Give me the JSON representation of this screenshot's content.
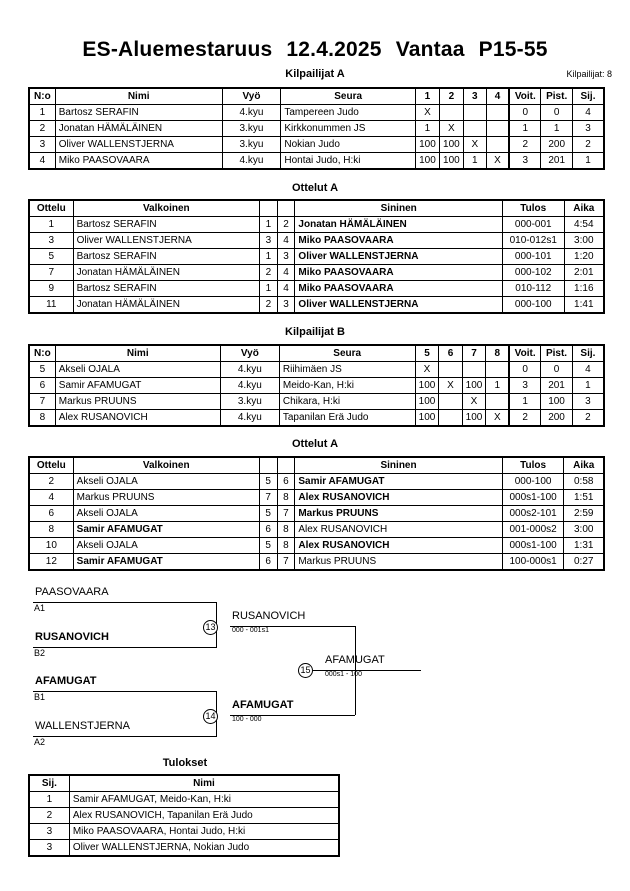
{
  "header": {
    "title_parts": [
      "ES-Aluemestaruus",
      "12.4.2025",
      "Vantaa",
      "P15-55"
    ],
    "entrants": "Kilpailijat: 8"
  },
  "sections": {
    "pool_a_title": "Kilpailijat A",
    "matches_a_title": "Ottelut A",
    "pool_b_title": "Kilpailijat B",
    "matches_b_title": "Ottelut A",
    "results_title": "Tulokset"
  },
  "pool_table_headers": {
    "no": "N:o",
    "name": "Nimi",
    "belt": "Vyö",
    "club": "Seura",
    "wins": "Voit.",
    "points": "Pist.",
    "rank": "Sij."
  },
  "pool_a": {
    "rr_headers": [
      "1",
      "2",
      "3",
      "4"
    ],
    "rows": [
      {
        "no": "1",
        "name": "Bartosz SERAFIN",
        "belt": "4.kyu",
        "club": "Tampereen Judo",
        "rr": [
          "X",
          "",
          "",
          ""
        ],
        "wins": "0",
        "points": "0",
        "rank": "4"
      },
      {
        "no": "2",
        "name": "Jonatan HÄMÄLÄINEN",
        "belt": "3.kyu",
        "club": "Kirkkonummen JS",
        "rr": [
          "1",
          "X",
          "",
          ""
        ],
        "wins": "1",
        "points": "1",
        "rank": "3"
      },
      {
        "no": "3",
        "name": "Oliver WALLENSTJERNA",
        "belt": "3.kyu",
        "club": "Nokian Judo",
        "rr": [
          "100",
          "100",
          "X",
          ""
        ],
        "wins": "2",
        "points": "200",
        "rank": "2"
      },
      {
        "no": "4",
        "name": "Miko PAASOVAARA",
        "belt": "4.kyu",
        "club": "Hontai Judo, H:ki",
        "rr": [
          "100",
          "100",
          "1",
          "X"
        ],
        "wins": "3",
        "points": "201",
        "rank": "1"
      }
    ]
  },
  "pool_b": {
    "rr_headers": [
      "5",
      "6",
      "7",
      "8"
    ],
    "rows": [
      {
        "no": "5",
        "name": "Akseli OJALA",
        "belt": "4.kyu",
        "club": "Riihimäen JS",
        "rr": [
          "X",
          "",
          "",
          ""
        ],
        "wins": "0",
        "points": "0",
        "rank": "4"
      },
      {
        "no": "6",
        "name": "Samir AFAMUGAT",
        "belt": "4.kyu",
        "club": "Meido-Kan, H:ki",
        "rr": [
          "100",
          "X",
          "100",
          "1"
        ],
        "wins": "3",
        "points": "201",
        "rank": "1"
      },
      {
        "no": "7",
        "name": "Markus PRUUNS",
        "belt": "3.kyu",
        "club": "Chikara, H:ki",
        "rr": [
          "100",
          "",
          "X",
          ""
        ],
        "wins": "1",
        "points": "100",
        "rank": "3"
      },
      {
        "no": "8",
        "name": "Alex RUSANOVICH",
        "belt": "4.kyu",
        "club": "Tapanilan Erä Judo",
        "rr": [
          "100",
          "",
          "100",
          "X"
        ],
        "wins": "2",
        "points": "200",
        "rank": "2"
      }
    ]
  },
  "match_table_headers": {
    "match": "Ottelu",
    "white": "Valkoinen",
    "blue": "Sininen",
    "result": "Tulos",
    "time": "Aika"
  },
  "matches_a": [
    {
      "no": "1",
      "white": "Bartosz SERAFIN",
      "white_bold": false,
      "wn": "1",
      "bn": "2",
      "blue": "Jonatan HÄMÄLÄINEN",
      "blue_bold": true,
      "result": "000-001",
      "time": "4:54"
    },
    {
      "no": "3",
      "white": "Oliver WALLENSTJERNA",
      "white_bold": false,
      "wn": "3",
      "bn": "4",
      "blue": "Miko PAASOVAARA",
      "blue_bold": true,
      "result": "010-012s1",
      "time": "3:00"
    },
    {
      "no": "5",
      "white": "Bartosz SERAFIN",
      "white_bold": false,
      "wn": "1",
      "bn": "3",
      "blue": "Oliver WALLENSTJERNA",
      "blue_bold": true,
      "result": "000-101",
      "time": "1:20"
    },
    {
      "no": "7",
      "white": "Jonatan HÄMÄLÄINEN",
      "white_bold": false,
      "wn": "2",
      "bn": "4",
      "blue": "Miko PAASOVAARA",
      "blue_bold": true,
      "result": "000-102",
      "time": "2:01"
    },
    {
      "no": "9",
      "white": "Bartosz SERAFIN",
      "white_bold": false,
      "wn": "1",
      "bn": "4",
      "blue": "Miko PAASOVAARA",
      "blue_bold": true,
      "result": "010-112",
      "time": "1:16"
    },
    {
      "no": "11",
      "white": "Jonatan HÄMÄLÄINEN",
      "white_bold": false,
      "wn": "2",
      "bn": "3",
      "blue": "Oliver WALLENSTJERNA",
      "blue_bold": true,
      "result": "000-100",
      "time": "1:41"
    }
  ],
  "matches_b": [
    {
      "no": "2",
      "white": "Akseli OJALA",
      "white_bold": false,
      "wn": "5",
      "bn": "6",
      "blue": "Samir AFAMUGAT",
      "blue_bold": true,
      "result": "000-100",
      "time": "0:58"
    },
    {
      "no": "4",
      "white": "Markus PRUUNS",
      "white_bold": false,
      "wn": "7",
      "bn": "8",
      "blue": "Alex RUSANOVICH",
      "blue_bold": true,
      "result": "000s1-100",
      "time": "1:51"
    },
    {
      "no": "6",
      "white": "Akseli OJALA",
      "white_bold": false,
      "wn": "5",
      "bn": "7",
      "blue": "Markus PRUUNS",
      "blue_bold": true,
      "result": "000s2-101",
      "time": "2:59"
    },
    {
      "no": "8",
      "white": "Samir AFAMUGAT",
      "white_bold": true,
      "wn": "6",
      "bn": "8",
      "blue": "Alex RUSANOVICH",
      "blue_bold": false,
      "result": "001-000s2",
      "time": "3:00"
    },
    {
      "no": "10",
      "white": "Akseli OJALA",
      "white_bold": false,
      "wn": "5",
      "bn": "8",
      "blue": "Alex RUSANOVICH",
      "blue_bold": true,
      "result": "000s1-100",
      "time": "1:31"
    },
    {
      "no": "12",
      "white": "Samir AFAMUGAT",
      "white_bold": true,
      "wn": "6",
      "bn": "7",
      "blue": "Markus PRUUNS",
      "blue_bold": false,
      "result": "100-000s1",
      "time": "0:27"
    }
  ],
  "bracket": {
    "entries": [
      {
        "name": "PAASOVAARA",
        "seed": "A1",
        "bold": false
      },
      {
        "name": "RUSANOVICH",
        "seed": "B2",
        "bold": true
      },
      {
        "name": "AFAMUGAT",
        "seed": "B1",
        "bold": true
      },
      {
        "name": "WALLENSTJERNA",
        "seed": "A2",
        "bold": false
      }
    ],
    "nodes": [
      {
        "number": "13",
        "winner": "RUSANOVICH",
        "score": "000 - 001s1"
      },
      {
        "number": "14",
        "winner": "AFAMUGAT",
        "score": "100 - 000"
      },
      {
        "number": "15",
        "winner": "AFAMUGAT",
        "score": "000s1 - 100"
      }
    ]
  },
  "results_headers": {
    "rank": "Sij.",
    "name": "Nimi"
  },
  "results": [
    {
      "rank": "1",
      "name": "Samir AFAMUGAT, Meido-Kan, H:ki"
    },
    {
      "rank": "2",
      "name": "Alex RUSANOVICH, Tapanilan Erä Judo"
    },
    {
      "rank": "3",
      "name": "Miko PAASOVAARA, Hontai Judo, H:ki"
    },
    {
      "rank": "3",
      "name": "Oliver WALLENSTJERNA, Nokian Judo"
    }
  ]
}
